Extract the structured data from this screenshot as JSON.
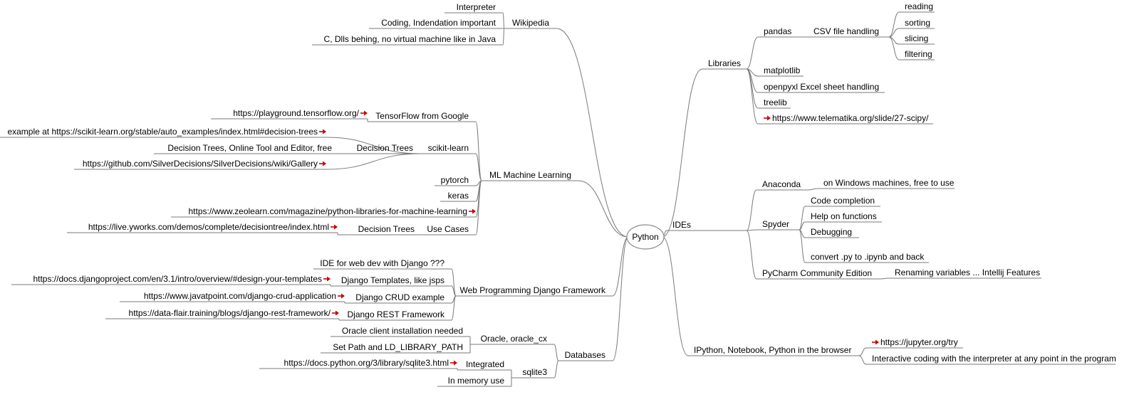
{
  "root": "Python",
  "colors": {
    "line": "#7a7a7a",
    "link_arrow": "#cc0000",
    "text": "#000000"
  },
  "nodes": {
    "n_wiki": "Wikipedia",
    "n_interp": "Interpreter",
    "n_coding": "Coding, Indendation important",
    "n_cdlls": "C, Dlls behing, no virtual machine like in Java",
    "n_ml": "ML Machine Learning",
    "n_tf": "TensorFlow from Google",
    "n_tf_url": "https://playground.tensorflow.org/",
    "n_sk": "scikit-learn",
    "n_sk_ex": "example at https://scikit-learn.org/stable/auto_examples/index.html#decision-trees",
    "n_sk_dt": "Decision Trees",
    "n_sk_dt_tool": "Decision Trees, Online Tool and Editor, free",
    "n_sk_dt_url": "https://github.com/SilverDecisions/SilverDecisions/wiki/Gallery",
    "n_pytorch": "pytorch",
    "n_keras": "keras",
    "n_zeo": "https://www.zeolearn.com/magazine/python-libraries-for-machine-learning",
    "n_use": "Use Cases",
    "n_use_dt": "Decision Trees",
    "n_use_url": "https://live.yworks.com/demos/complete/decisiontree/index.html",
    "n_web": "Web Programming Django Framework",
    "n_ide_web": "IDE for web dev with Django ???",
    "n_djt": "Django Templates, like jsps",
    "n_djt_url": "https://docs.djangoproject.com/en/3.1/intro/overview/#design-your-templates",
    "n_crud": "Django CRUD example",
    "n_crud_url": "https://www.javatpoint.com/django-crud-application",
    "n_rest": "Django REST Framework",
    "n_rest_url": "https://data-flair.training/blogs/django-rest-framework/",
    "n_db": "Databases",
    "n_ora": "Oracle, oracle_cx",
    "n_ora_client": "Oracle client installation needed",
    "n_ora_path": "Set Path and LD_LIBRARY_PATH",
    "n_sqlite": "sqlite3",
    "n_integ": "Integrated",
    "n_sqlite_url": "https://docs.python.org/3/library/sqlite3.html",
    "n_inmem": "In memory use",
    "n_libs": "Libraries",
    "n_pandas": "pandas",
    "n_csv": "CSV file handling",
    "n_reading": "reading",
    "n_sorting": "sorting",
    "n_slicing": "slicing",
    "n_filtering": "filtering",
    "n_matplotlib": "matplotlib",
    "n_openpyxl": "openpyxl  Excel sheet handling",
    "n_treelib": "treelib",
    "n_scipy": "https://www.telematika.org/slide/27-scipy/",
    "n_ides": "IDEs",
    "n_anaconda": "Anaconda",
    "n_anaconda_win": "on Windows machines, free to use",
    "n_spyder": "Spyder",
    "n_codecomp": "Code completion",
    "n_help": "Help on functions",
    "n_debug": "Debugging",
    "n_convert": "convert .py to .ipynb and back",
    "n_pycharm": "PyCharm Community Edition",
    "n_rename": "Renaming variables ... Intellij Features",
    "n_ipython": "IPython, Notebook, Python in the browser",
    "n_jupyter": "https://jupyter.org/try",
    "n_interactive": "Interactive coding with the interpreter at any point in the program"
  }
}
